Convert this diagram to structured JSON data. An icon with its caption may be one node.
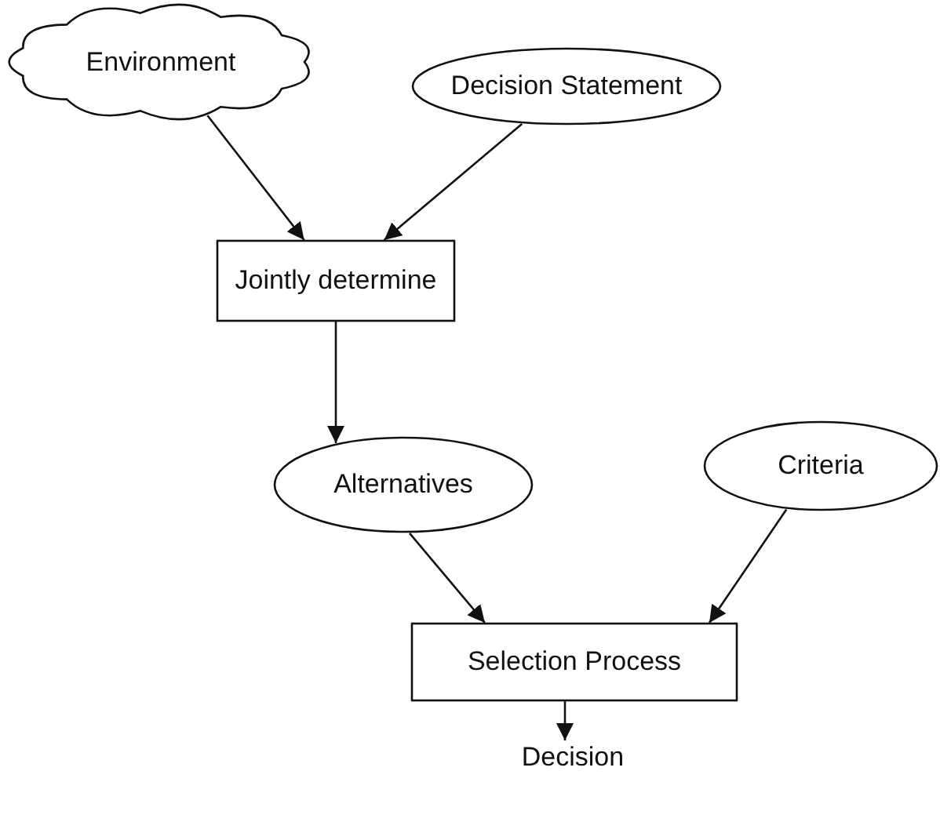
{
  "diagram": {
    "nodes": [
      {
        "text": [
          "Environment"
        ]
      },
      {
        "text": [
          "Decision Statement"
        ]
      },
      {
        "text": [
          "Jointly determine"
        ]
      },
      {
        "text": [
          "Alternatives"
        ]
      },
      {
        "text": [
          "Criteria"
        ]
      },
      {
        "text": [
          "Selection Process"
        ]
      },
      {
        "text": [
          "Decision"
        ]
      }
    ],
    "edges": [
      {
        "from": 0,
        "to": 2,
        "arrow": "to"
      },
      {
        "from": 1,
        "to": 2,
        "arrow": "to"
      },
      {
        "from": 2,
        "to": 3,
        "arrow": "to"
      },
      {
        "from": 3,
        "to": 5,
        "arrow": "to"
      },
      {
        "from": 4,
        "to": 5,
        "arrow": "to"
      },
      {
        "from": 5,
        "to": 6,
        "arrow": "to"
      }
    ]
  }
}
